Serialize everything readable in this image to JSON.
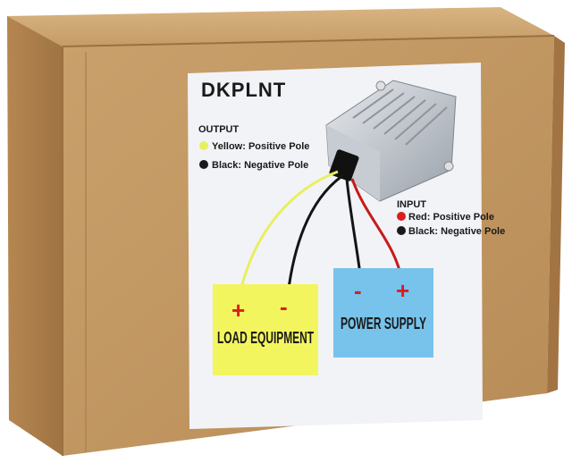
{
  "brand": "DKPLNT",
  "output": {
    "heading": "OUTPUT",
    "items": [
      {
        "color": "#e8f060",
        "text": "Yellow: Positive Pole"
      },
      {
        "color": "#1a1a1a",
        "text": "Black: Negative Pole"
      }
    ]
  },
  "input": {
    "heading": "INPUT",
    "items": [
      {
        "color": "#d81e1e",
        "text": "Red: Positive Pole"
      },
      {
        "color": "#1a1a1a",
        "text": "Black: Negative Pole"
      }
    ]
  },
  "load_box": {
    "title": "LOAD EQUIPMENT",
    "plus": "+",
    "minus": "-",
    "color": "#f3f55e"
  },
  "power_box": {
    "title": "POWER SUPPLY",
    "plus": "+",
    "minus": "-",
    "color": "#77c3ec"
  },
  "colors": {
    "cardboard": "#c49a64",
    "cardboard_dark": "#a97d4c",
    "label_bg": "#f2f3f7",
    "plus_sign": "#d81e1e",
    "minus_sign_load": "#d81e1e",
    "minus_sign_power": "#d81e1e"
  }
}
